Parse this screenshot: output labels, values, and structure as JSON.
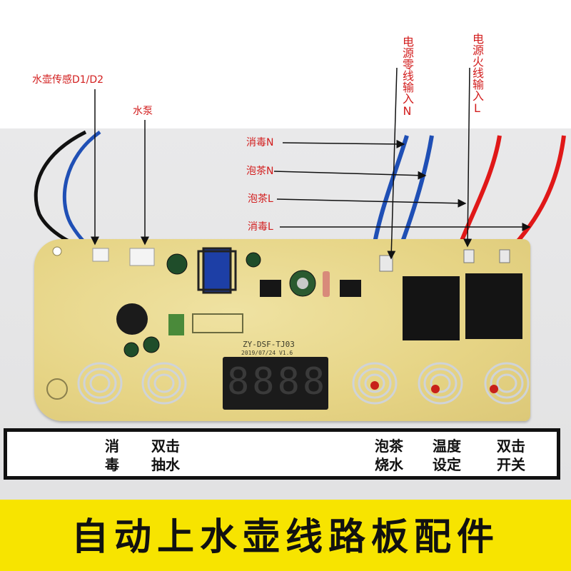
{
  "labels": {
    "sensor": "水壶传感D1/D2",
    "pump": "水泵",
    "neutral_input": "电源零线输入N",
    "live_input": "电源火线输入L",
    "disinfect_n": "消毒N",
    "brew_n": "泡茶N",
    "brew_l": "泡茶L",
    "disinfect_l": "消毒L"
  },
  "buttons": {
    "disinfect": [
      "消",
      "毒"
    ],
    "double_pump": [
      "双击",
      "抽水"
    ],
    "brew_boil": [
      "泡茶",
      "烧水"
    ],
    "temp_set": [
      "温度",
      "设定"
    ],
    "double_power": [
      "双击",
      "开关"
    ]
  },
  "board": {
    "model": "ZY-DSF-TJ03",
    "date": "2019/07/24 V1.6",
    "display": "8888"
  },
  "banner": {
    "title": "自动上水壶线路板配件"
  },
  "colors": {
    "label_red": "#d21d1d",
    "banner_yellow": "#f7e400",
    "board_yellow": "#e6d485",
    "wire_blue": "#1f4fb5",
    "wire_red": "#e01818"
  }
}
